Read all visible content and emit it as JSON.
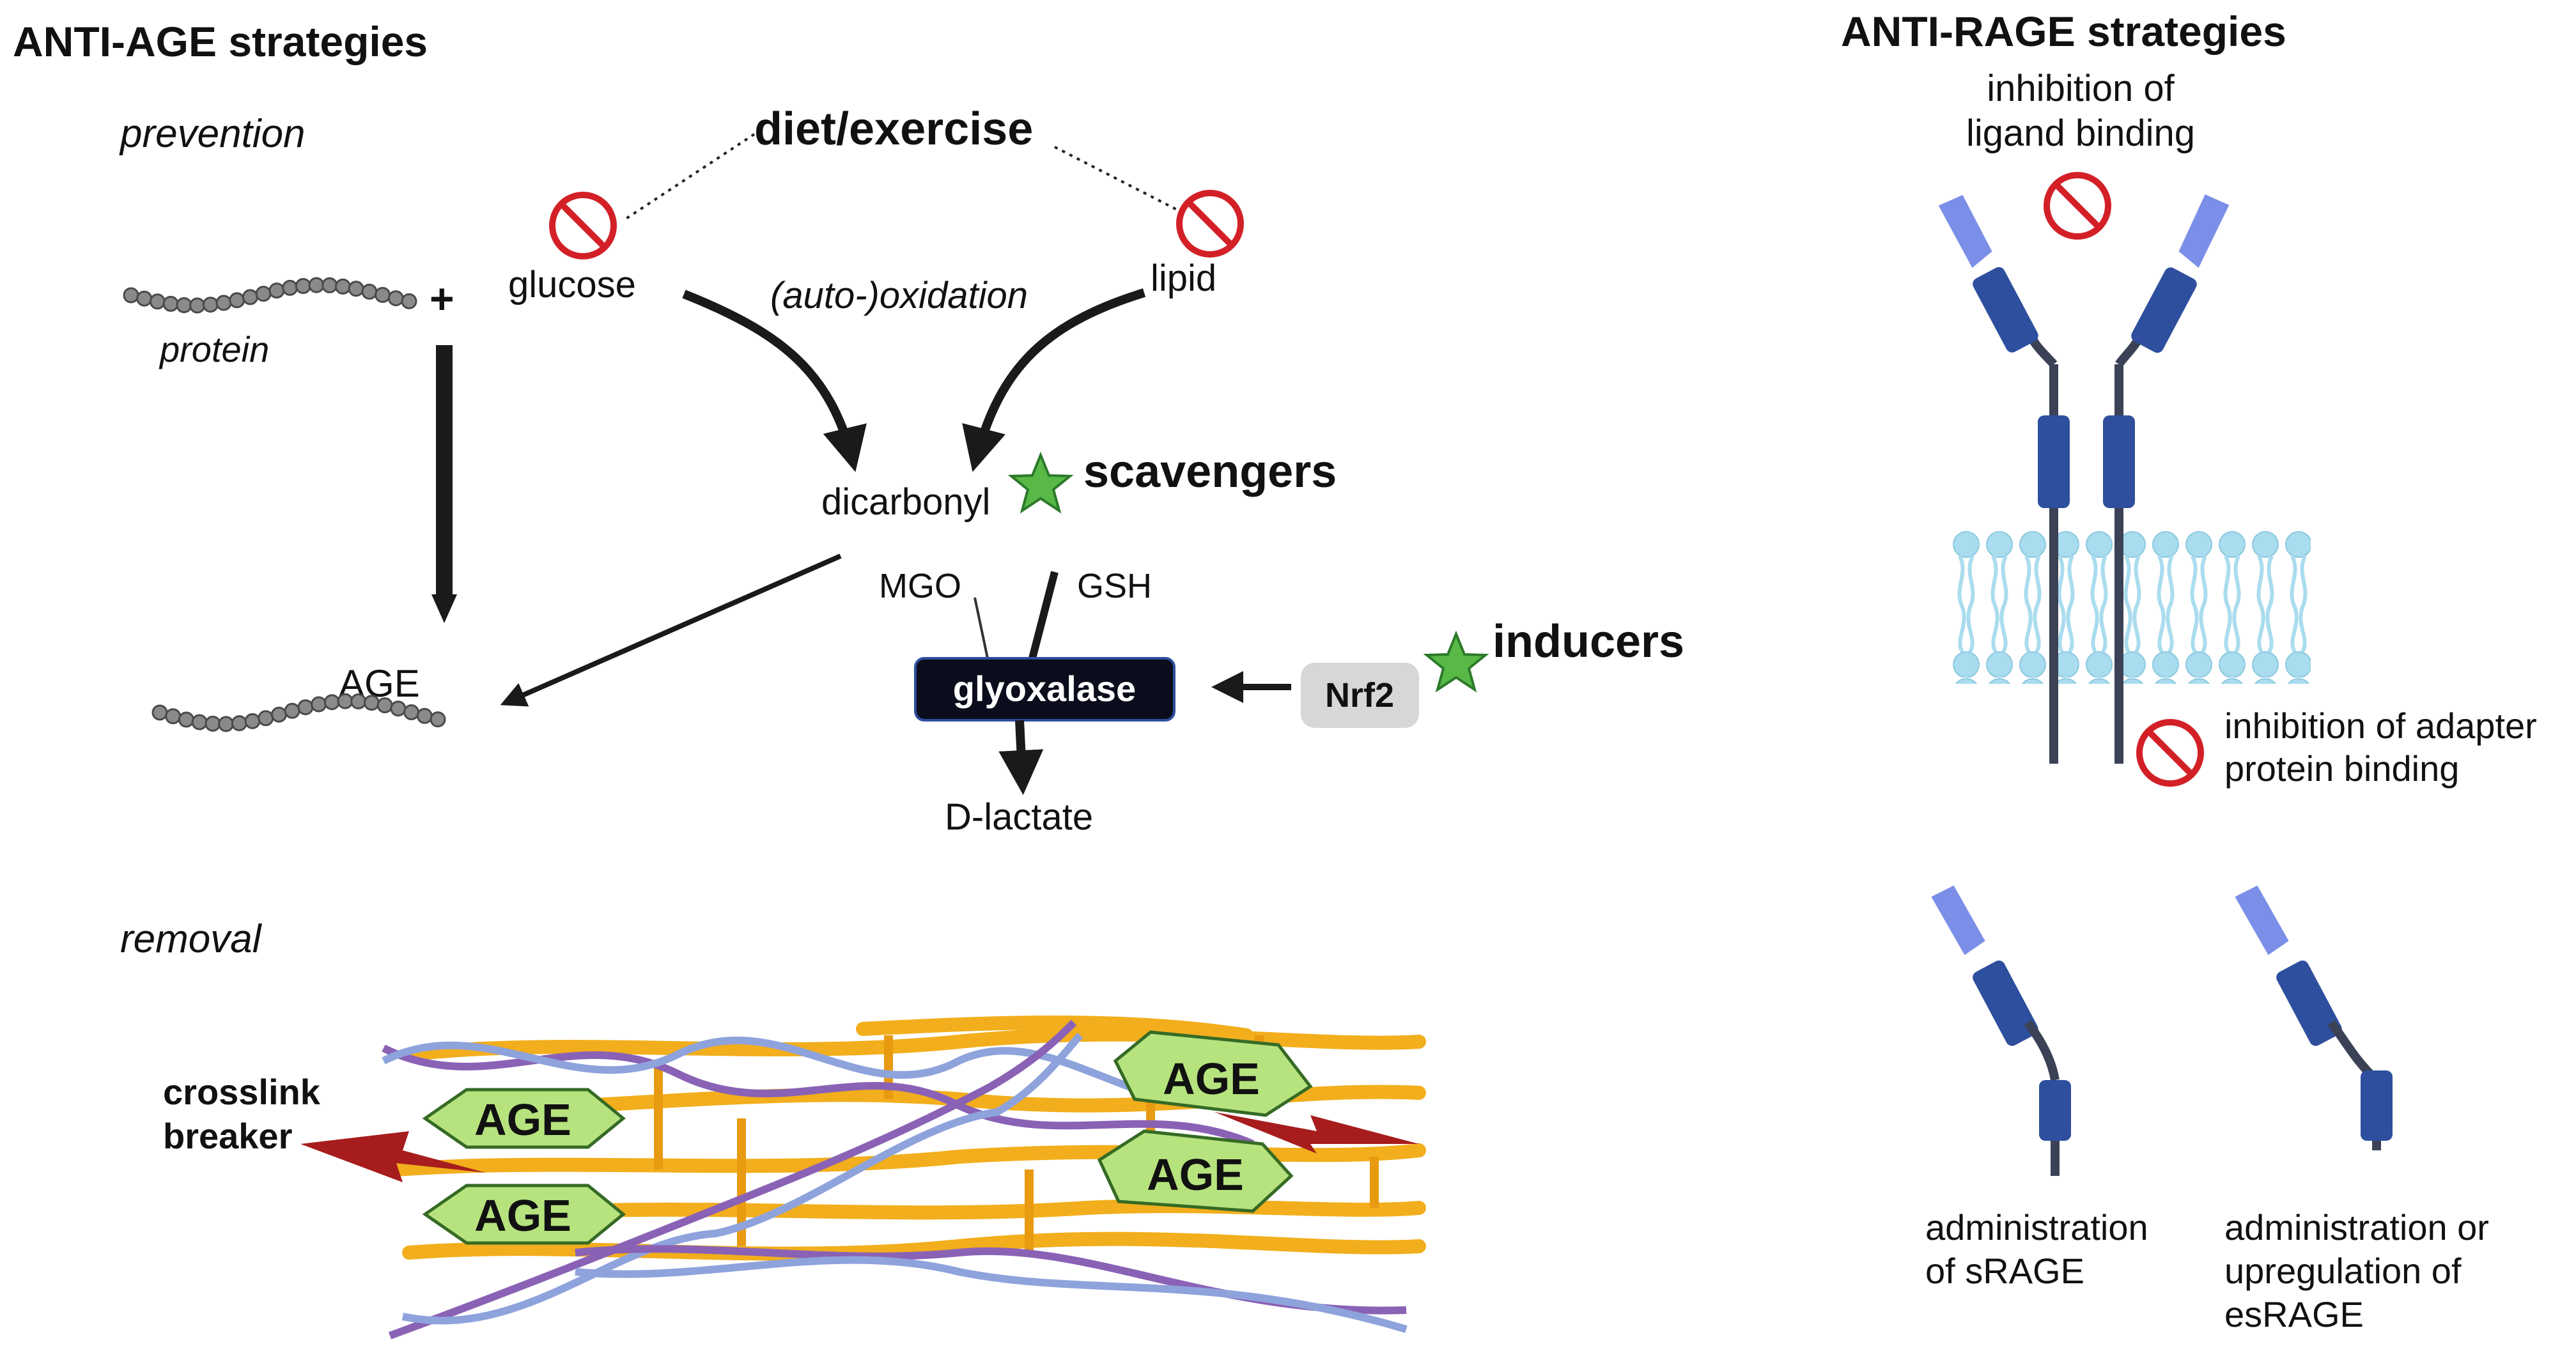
{
  "anti_age": {
    "title": "ANTI-AGE strategies",
    "prevention": "prevention",
    "removal": "removal",
    "diet_exercise": "diet/exercise",
    "glucose": "glucose",
    "lipid": "lipid",
    "protein": "protein",
    "plus": "+",
    "auto_oxidation": "(auto-)oxidation",
    "dicarbonyl": "dicarbonyl",
    "scavengers": "scavengers",
    "mgo": "MGO",
    "gsh": "GSH",
    "glyoxalase": "glyoxalase",
    "nrf2": "Nrf2",
    "inducers": "inducers",
    "d_lactate": "D-lactate",
    "age": "AGE",
    "crosslink_breaker_1": "crosslink",
    "crosslink_breaker_2": "breaker",
    "age_tags": [
      "AGE",
      "AGE",
      "AGE",
      "AGE"
    ]
  },
  "anti_rage": {
    "title": "ANTI-RAGE strategies",
    "ligand_1": "inhibition of",
    "ligand_2": "ligand binding",
    "adapter_1": "inhibition of adapter",
    "adapter_2": "protein binding",
    "srage_1": "administration",
    "srage_2": "of sRAGE",
    "esrage_1": "administration or",
    "esrage_2": "upregulation of",
    "esrage_3": "esRAGE"
  },
  "colors": {
    "inhibit_red": "#d32027",
    "star_green": "#58b947",
    "receptor_dark": "#2e4f9e",
    "receptor_light": "#7b8fe8",
    "membrane": "#a9dcee",
    "collagen_yellow": "#f2ae1c",
    "collagen_purple": "#8a62b5",
    "age_tag_green": "#b6e37e",
    "breaker_red": "#a71d1d"
  }
}
